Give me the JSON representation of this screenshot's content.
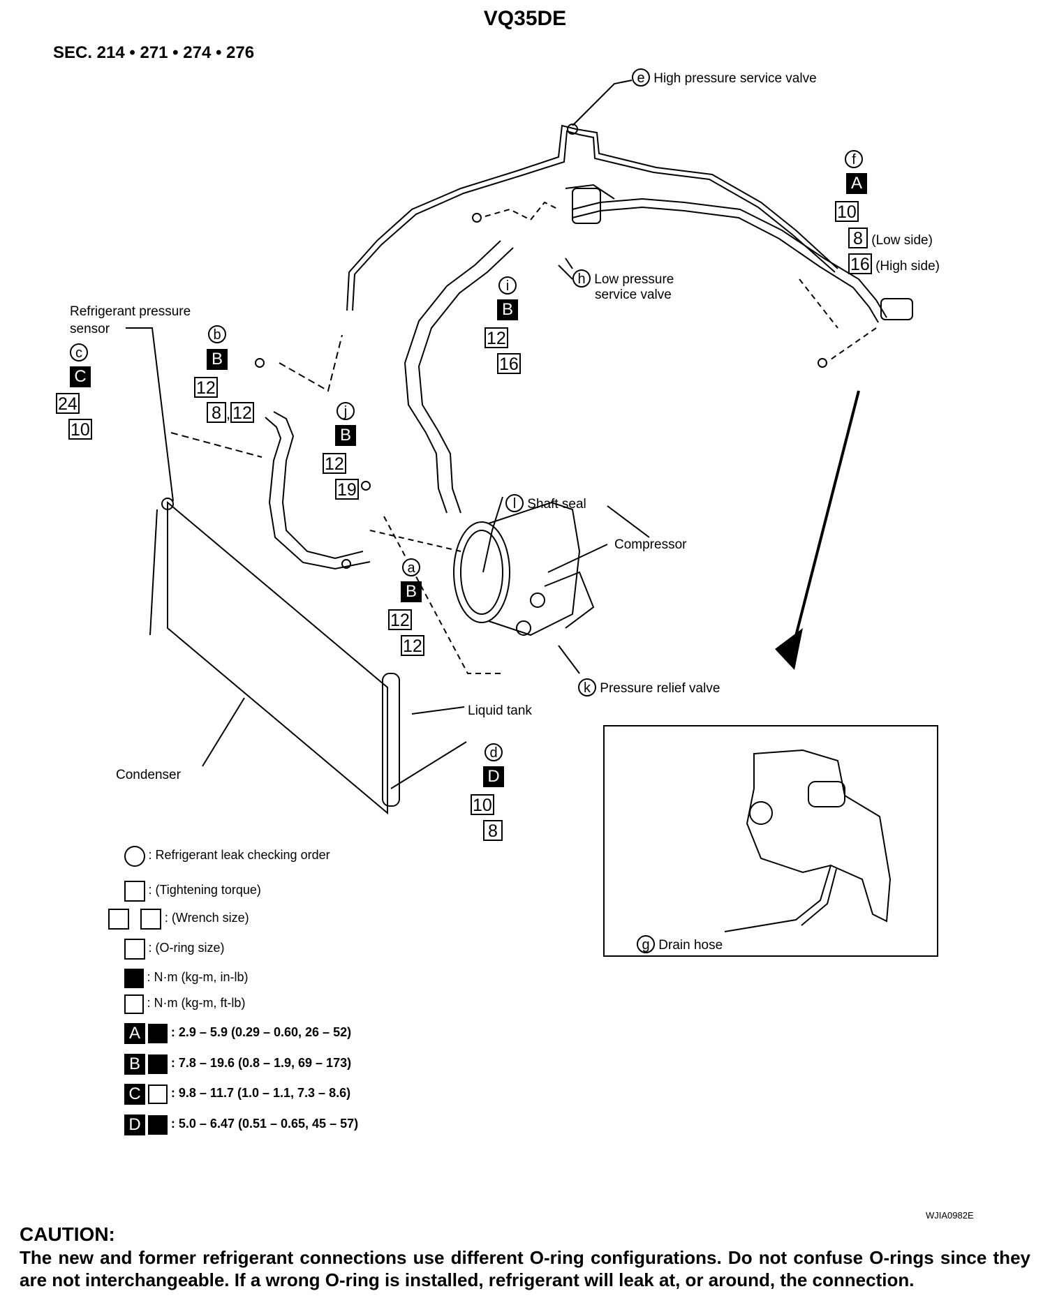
{
  "title": "VQ35DE",
  "section": "SEC. 214 • 271 • 274 • 276",
  "callouts": {
    "a": {
      "letter": "a",
      "grade": "B",
      "torque": "12",
      "oring": "12"
    },
    "b": {
      "letter": "b",
      "grade": "B",
      "torque": "12",
      "oring1": "8",
      "comma": ",",
      "oring2": "12"
    },
    "c": {
      "letter": "c",
      "grade": "C",
      "torque": "24",
      "oring": "10"
    },
    "d": {
      "letter": "d",
      "grade": "D",
      "torque": "10",
      "oring": "8"
    },
    "e": {
      "letter": "e",
      "label": "High pressure service valve"
    },
    "f": {
      "letter": "f",
      "grade": "A",
      "torque": "10",
      "oring1": "8",
      "oring1_note": "(Low side)",
      "oring2": "16",
      "oring2_note": "(High side)"
    },
    "g": {
      "letter": "g",
      "label": "Drain hose"
    },
    "h": {
      "letter": "h",
      "label_line1": "Low pressure",
      "label_line2": "service valve"
    },
    "i": {
      "letter": "i",
      "grade": "B",
      "torque": "12",
      "oring": "16"
    },
    "j": {
      "letter": "j",
      "grade": "B",
      "torque": "12",
      "oring": "19"
    },
    "k": {
      "letter": "k",
      "label": "Pressure relief valve"
    },
    "l": {
      "letter": "l",
      "label": "Shaft seal"
    }
  },
  "labels": {
    "refrigerant_sensor_line1": "Refrigerant pressure",
    "refrigerant_sensor_line2": "sensor",
    "compressor": "Compressor",
    "liquid_tank": "Liquid tank",
    "condenser": "Condenser"
  },
  "legend": {
    "circle": ": Refrigerant leak checking order",
    "tightening": ": (Tightening torque)",
    "wrench": ": (Wrench size)",
    "oring": ": (O-ring size)",
    "nm_inlb": ": N·m (kg-m, in-lb)",
    "nm_ftlb": ": N·m (kg-m, ft-lb)",
    "rows": [
      {
        "grade": "A",
        "text": ": 2.9 – 5.9 (0.29 – 0.60, 26 – 52)"
      },
      {
        "grade": "B",
        "text": ": 7.8 – 19.6 (0.8 – 1.9, 69 – 173)"
      },
      {
        "grade": "C",
        "text": ": 9.8 – 11.7 (1.0 – 1.1, 7.3 – 8.6)"
      },
      {
        "grade": "D",
        "text": ": 5.0 – 6.47 (0.51 – 0.65, 45 – 57)"
      }
    ]
  },
  "figure_code": "WJIA0982E",
  "caution": {
    "heading": "CAUTION:",
    "text": "The new and former refrigerant connections use different O-ring configurations. Do not confuse O-rings since they are not interchangeable. If a wrong O-ring is installed, refrigerant will leak at, or around, the connection."
  }
}
